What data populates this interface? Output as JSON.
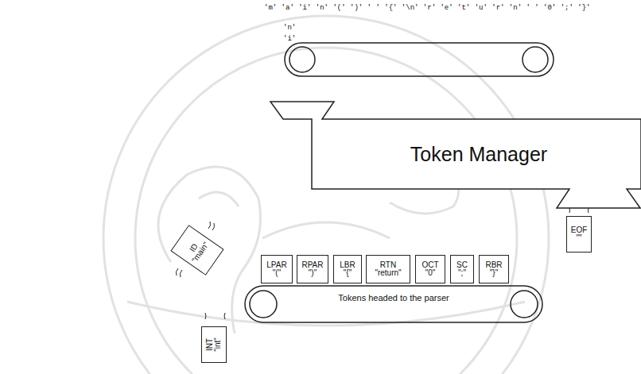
{
  "diagram": {
    "nodes": [
      {
        "text": [
          "Token Manager"
        ]
      },
      {
        "text": [
          "EOF",
          "\"\""
        ]
      },
      {
        "text": [
          "ID",
          "\"main\""
        ]
      },
      {
        "text": [
          "LPAR",
          "\"(\""
        ]
      },
      {
        "text": [
          "RPAR",
          "\")\""
        ]
      },
      {
        "text": [
          "LBR",
          "\"{\""
        ]
      },
      {
        "text": [
          "RTN",
          "\"return\""
        ]
      },
      {
        "text": [
          "OCT",
          "\"0\""
        ]
      },
      {
        "text": [
          "SC",
          "\";\""
        ]
      },
      {
        "text": [
          "RBR",
          "\"}\""
        ]
      },
      {
        "text": [
          "INT",
          "\"int\""
        ]
      }
    ],
    "edges": [],
    "labels": [
      "'m' 'a' 'i' 'n' '(' ')' ' ' '{' '\\n' 'r' 'e' 't' 'u' 'r' 'n' ' ' '0' ';' '}'",
      "'n'",
      "'i'",
      "Tokens headed to the parser"
    ]
  }
}
